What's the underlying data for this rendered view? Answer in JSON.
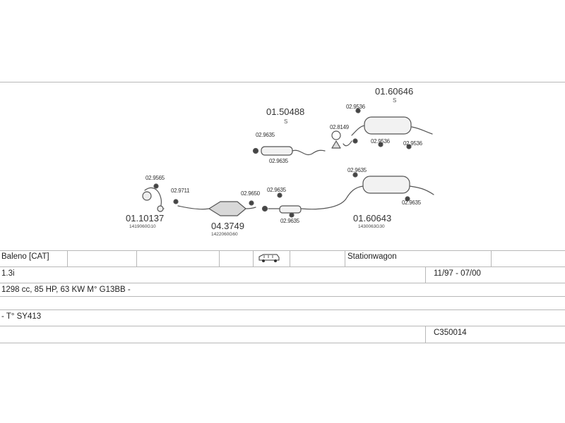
{
  "parts": {
    "p1": {
      "code": "01.60646",
      "sfx": "S"
    },
    "p2": {
      "code": "01.50488",
      "sfx": "S"
    },
    "p3": {
      "code": "01.10137",
      "sub": "1419060G10"
    },
    "p4": {
      "code": "04.3749",
      "sub": "1422060G60"
    },
    "p5": {
      "code": "01.60643",
      "sub": "1430063G30"
    }
  },
  "small_parts": [
    "02.9536",
    "02.8149",
    "02.9536",
    "02.9536",
    "02.9635",
    "02.9635",
    "02.9635",
    "02.9565",
    "02.9711",
    "02.9650",
    "02.9635",
    "02.9635",
    "02.9635"
  ],
  "vehicle": {
    "model": "Baleno  [CAT]",
    "icon": "station-wagon-icon",
    "body": "Stationwagon",
    "engine": "1.3i",
    "period": "11/97 - 07/00",
    "spec": "1298 cc, 85 HP, 63 KW M° G13BB -",
    "type": "- T° SY413",
    "ref": "C350014"
  }
}
